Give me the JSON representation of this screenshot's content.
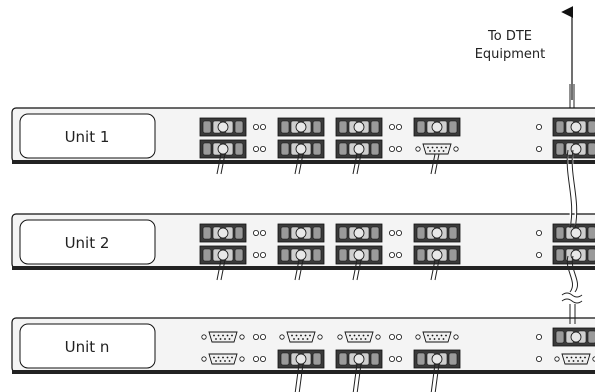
{
  "units": [
    {
      "label": "Unit 1",
      "top_ports": [
        "fiber",
        "fiber",
        "fiber",
        "fiber"
      ],
      "bottom_ports": [
        "fiber",
        "fiber",
        "fiber",
        "db9"
      ],
      "right_top": "fiber",
      "right_bottom": "fiber",
      "bottom_cables": [
        true,
        true,
        true,
        true
      ]
    },
    {
      "label": "Unit 2",
      "top_ports": [
        "fiber",
        "fiber",
        "fiber",
        "fiber"
      ],
      "bottom_ports": [
        "fiber",
        "fiber",
        "fiber",
        "fiber"
      ],
      "right_top": "fiber",
      "right_bottom": "fiber",
      "bottom_cables": [
        true,
        true,
        true,
        true
      ]
    },
    {
      "label": "Unit n",
      "top_ports": [
        "db9",
        "db9",
        "db9",
        "db9"
      ],
      "bottom_ports": [
        "db9",
        "fiber",
        "fiber",
        "fiber"
      ],
      "right_top": "fiber",
      "right_bottom": "db9",
      "bottom_cables": [
        false,
        true,
        true,
        true
      ]
    }
  ],
  "dte": {
    "line1": "To DTE",
    "line2": "Equipment"
  }
}
